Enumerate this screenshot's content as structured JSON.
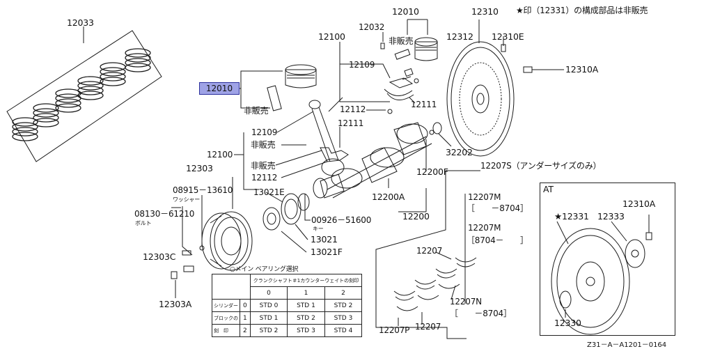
{
  "selected_part": "12010",
  "header_note": "★印（12331）の構成部品は非販売",
  "labels": {
    "p12033": "12033",
    "p12010_top": "12010",
    "p12032": "12032",
    "hanbai_top": "非販売",
    "p12310": "12310",
    "p12312": "12312",
    "p12310E": "12310E",
    "p12100_top": "12100",
    "p12109_top": "12109",
    "p12310A": "12310A",
    "hanbai_piston": "非販売",
    "p12112_top": "12112",
    "p12111_top": "12111",
    "p12111_mid": "12111",
    "p12109_mid": "12109",
    "hanbai_mid1": "非販売",
    "p12100_mid": "12100",
    "hanbai_mid2": "非販売",
    "p12112_mid": "12112",
    "p32202": "32202",
    "p12303": "12303",
    "p08915": "08915－13610",
    "washer": "ワッシャー",
    "p13021E": "13021E",
    "p12200F": "12200F",
    "p12207S": "12207S（アンダーサイズのみ）",
    "p08130": "08130－61210",
    "bolt": "ボルト",
    "p12200A": "12200A",
    "p00926": "00926－51600",
    "key": "キー",
    "p12200": "12200",
    "p13021": "13021",
    "p13021F": "13021F",
    "p12303C": "12303C",
    "p12303A": "12303A",
    "at": "AT",
    "p12310A_at": "12310A",
    "p12331": "★12331",
    "p12333": "12333",
    "p12330": "12330",
    "p12207M_1": "12207M",
    "range1": "［　　－8704］",
    "p12207M_2": "12207M",
    "range2": "［8704－　　］",
    "p12207_a": "12207",
    "p12207N": "12207N",
    "range3": "［　　－8704］",
    "p12207P": "12207P",
    "p12207_b": "12207",
    "diagram_code": "Z31－A－A1201－0164"
  },
  "table": {
    "caption": "○メイン ベアリング選択",
    "header_label": "クランクシャフト＃1カウンターウェイトの刻印",
    "col_heads": [
      "0",
      "1",
      "2"
    ],
    "rows": [
      {
        "label": "シリンダー",
        "code": "0",
        "cells": [
          "STD 0",
          "STD 1",
          "STD 2"
        ]
      },
      {
        "label": "ブロックの",
        "code": "1",
        "cells": [
          "STD 1",
          "STD 2",
          "STD 3"
        ]
      },
      {
        "label": "刻　印",
        "code": "2",
        "cells": [
          "STD 2",
          "STD 3",
          "STD 4"
        ]
      }
    ]
  }
}
